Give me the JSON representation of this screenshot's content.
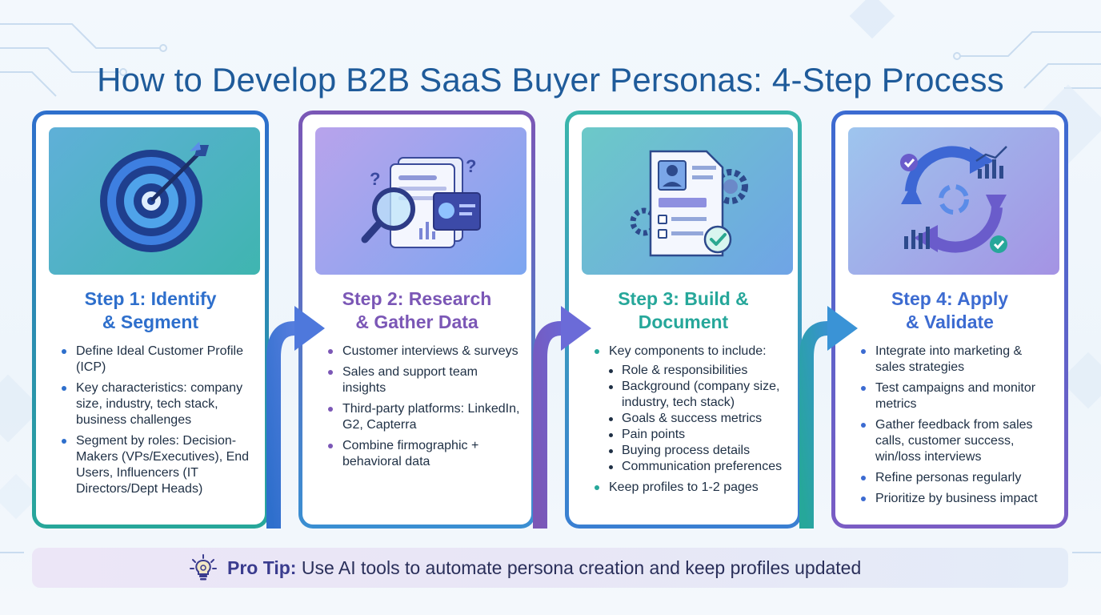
{
  "title": "How to Develop B2B SaaS Buyer Personas: 4-Step Process",
  "colors": {
    "step1": "#2e6fcc",
    "step2": "#7b57b6",
    "step3": "#26a79a",
    "step4": "#3c6bd1"
  },
  "steps": [
    {
      "icon": "target-arrow-icon",
      "title_line1": "Step 1: Identify",
      "title_line2": "& Segment",
      "bullets": [
        "Define Ideal Customer Profile (ICP)",
        "Key characteristics: company size, industry, tech stack, business challenges",
        "Segment by roles: Decision-Makers (VPs/Executives), End Users, Influencers (IT Directors/Dept Heads)"
      ]
    },
    {
      "icon": "magnifier-documents-icon",
      "title_line1": "Step 2: Research",
      "title_line2": "& Gather Data",
      "bullets": [
        "Customer interviews & surveys",
        "Sales and support team insights",
        "Third-party platforms: LinkedIn, G2, Capterra",
        "Combine firmographic + behavioral data"
      ]
    },
    {
      "icon": "profile-document-icon",
      "title_line1": "Step 3: Build &",
      "title_line2": "Document",
      "bullets": [
        "Key components to include:",
        "Keep profiles to 1-2 pages"
      ],
      "sub_bullets": [
        "Role & responsibilities",
        "Background (company size, industry, tech stack)",
        "Goals & success metrics",
        "Pain points",
        "Buying process details",
        "Communication preferences"
      ]
    },
    {
      "icon": "cycle-arrows-chart-icon",
      "title_line1": "Step 4: Apply",
      "title_line2": "& Validate",
      "bullets": [
        "Integrate into marketing & sales strategies",
        "Test campaigns and monitor metrics",
        "Gather feedback from sales calls, customer success, win/loss interviews",
        "Refine personas regularly",
        "Prioritize by business impact"
      ]
    }
  ],
  "tip": {
    "icon": "lightbulb-icon",
    "label": "Pro Tip:",
    "text": " Use AI tools to automate persona creation and keep profiles updated"
  }
}
